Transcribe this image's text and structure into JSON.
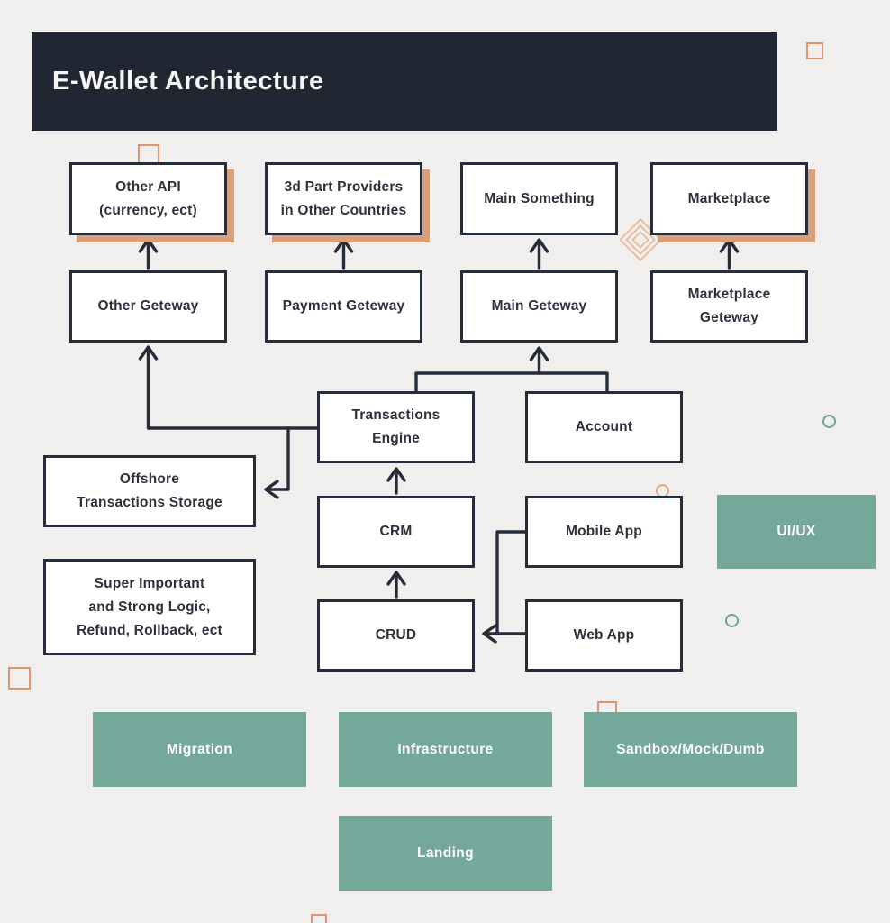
{
  "title": "E-Wallet Architecture",
  "nodes": {
    "other_api": [
      "Other API",
      "(currency, ect)"
    ],
    "providers_3d": [
      "3d Part Providers",
      "in Other Countries"
    ],
    "main_something": [
      "Main Something"
    ],
    "marketplace": [
      "Marketplace"
    ],
    "other_geteway": [
      "Other Geteway"
    ],
    "payment_geteway": [
      "Payment Geteway"
    ],
    "main_geteway": [
      "Main Geteway"
    ],
    "marketplace_geteway": [
      "Marketplace",
      "Geteway"
    ],
    "transactions_engine": [
      "Transactions",
      "Engine"
    ],
    "account": [
      "Account"
    ],
    "offshore_storage": [
      "Offshore",
      "Transactions Storage"
    ],
    "crm": [
      "CRM"
    ],
    "mobile_app": [
      "Mobile App"
    ],
    "super_important": [
      "Super Important",
      "and Strong Logic,",
      "Refund, Rollback, ect"
    ],
    "crud": [
      "CRUD"
    ],
    "web_app": [
      "Web App"
    ]
  },
  "green_nodes": {
    "ui_ux": "UI/UX",
    "migration": "Migration",
    "infrastructure": "Infrastructure",
    "sandbox": "Sandbox/Mock/Dumb",
    "landing": "Landing"
  },
  "colors": {
    "background": "#f1efed",
    "header_bg": "#202733",
    "title_text": "#f6f5f3",
    "node_border": "#262c39",
    "node_text": "#2d313c",
    "connector": "#262c39",
    "accent_green": "#75a79a",
    "accent_orange": "#dd9671",
    "orange_shadow": "#d9a07c",
    "diamond_orange": "#eab794",
    "circle_green": "#6fa294"
  }
}
